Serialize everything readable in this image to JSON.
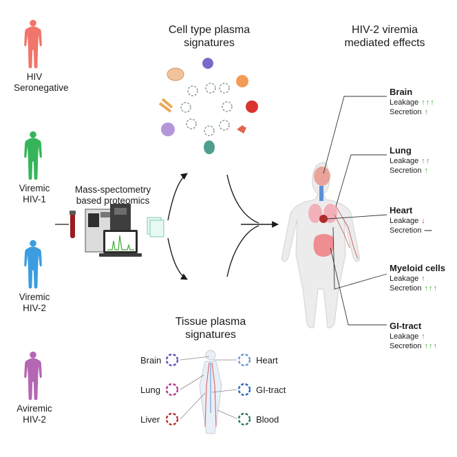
{
  "groups": {
    "seronegative": [
      "HIV",
      "Seronegative"
    ],
    "viremic_hiv1": [
      "Viremic",
      "HIV-1"
    ],
    "viremic_hiv2": [
      "Viremic",
      "HIV-2"
    ],
    "aviremic_hiv2": [
      "Aviremic",
      "HIV-2"
    ]
  },
  "colors": {
    "seronegative": "#f0756a",
    "viremic_hiv1": "#36b45a",
    "viremic_hiv2": "#3b9de0",
    "aviremic_hiv2": "#b567b3",
    "up": "#3aa832",
    "down": "#c0392b"
  },
  "method": [
    "Mass-spectometry",
    "based proteomics"
  ],
  "cell_type_title": [
    "Cell type plasma",
    "signatures"
  ],
  "tissue_title": [
    "Tissue plasma",
    "signatures"
  ],
  "effects_title": [
    "HIV-2 viremia",
    "mediated effects"
  ],
  "tissues_left": [
    "Brain",
    "Lung",
    "Liver"
  ],
  "tissues_right": [
    "Heart",
    "GI-tract",
    "Blood"
  ],
  "organs": [
    {
      "name": "Brain",
      "leakage": "Leakage",
      "leakage_arrows": "↑↑↑",
      "secretion": "Secretion",
      "secretion_arrows": "↑"
    },
    {
      "name": "Lung",
      "leakage": "Leakage",
      "leakage_arrows": "↑↑",
      "secretion": "Secretion",
      "secretion_arrows": "↑"
    },
    {
      "name": "Heart",
      "leakage": "Leakage",
      "leakage_arrows": "↓",
      "secretion": "Secretion",
      "secretion_arrows": "—"
    },
    {
      "name": "Myeloid cells",
      "leakage": "Leakage",
      "leakage_arrows": "↑",
      "secretion": "Secretion",
      "secretion_arrows": "↑↑↑"
    },
    {
      "name": "GI-tract",
      "leakage": "Leakage",
      "leakage_arrows": "↑",
      "secretion": "Secretion",
      "secretion_arrows": "↑↑↑"
    }
  ]
}
